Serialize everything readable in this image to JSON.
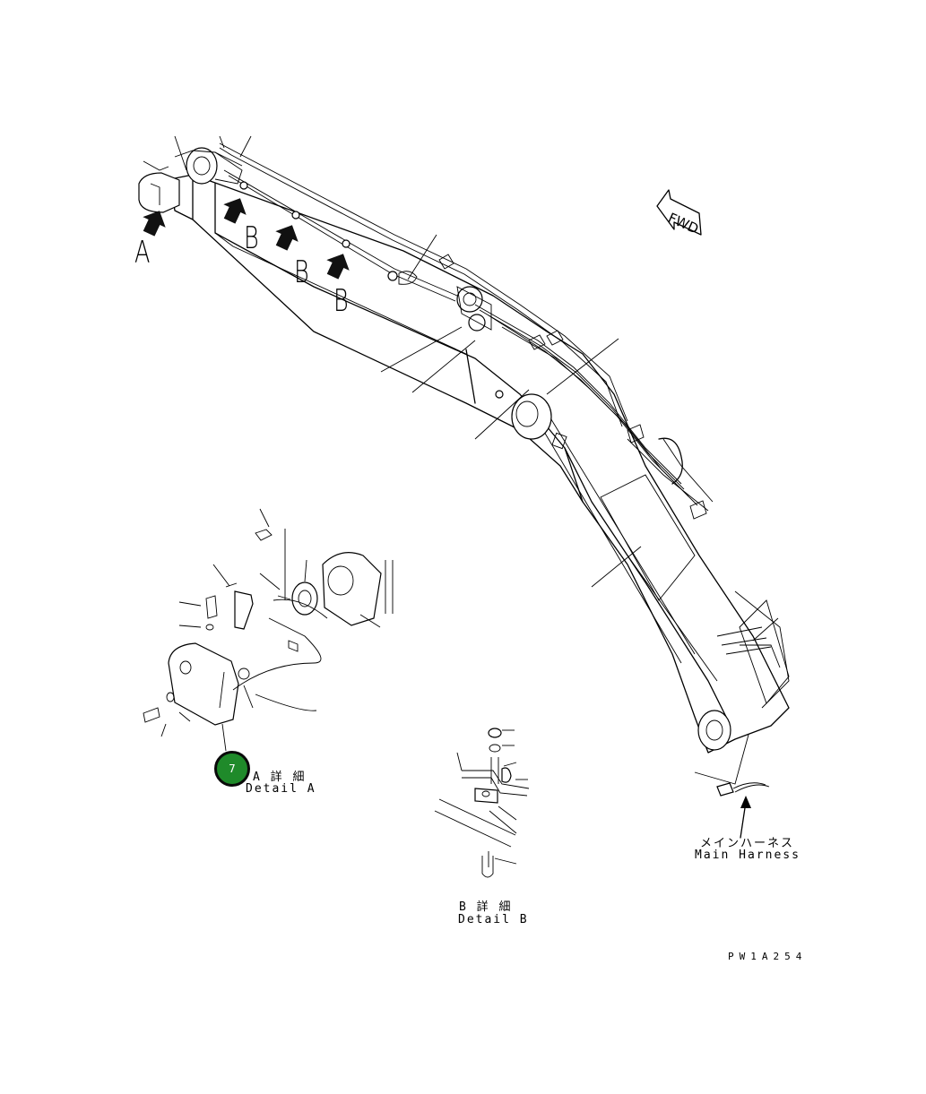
{
  "view_labels": {
    "a": "A",
    "b1": "B",
    "b2": "B",
    "b3": "B"
  },
  "fwd_label": "FWD",
  "callout_marker": {
    "number": "7",
    "color": "#1f8a2a"
  },
  "detail_a": {
    "japanese": "A 詳 細",
    "english": "Detail A"
  },
  "detail_b": {
    "japanese": "B 詳 細",
    "english": "Detail B"
  },
  "harness": {
    "japanese": "メインハーネス",
    "english": "Main Harness"
  },
  "drawing_code": "PW1A254"
}
